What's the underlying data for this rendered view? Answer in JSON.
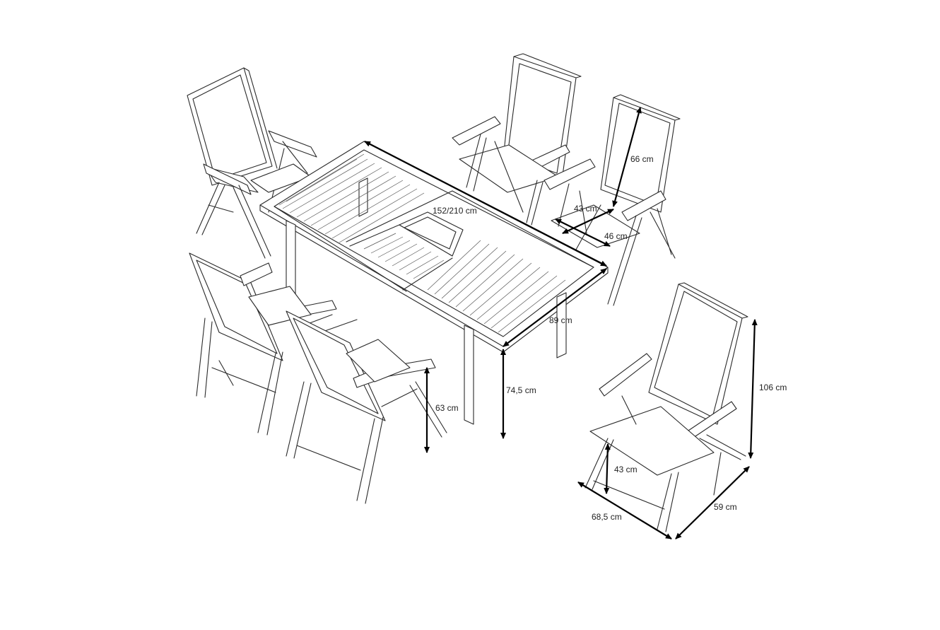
{
  "dimensions": {
    "table_length": "152/210 cm",
    "table_width": "89 cm",
    "table_height": "74,5 cm",
    "backrest_height": "66 cm",
    "seat_width": "43 cm",
    "seat_depth": "46 cm",
    "armrest_height": "63 cm",
    "chair_height": "106 cm",
    "seat_height": "43 cm",
    "chair_depth": "68,5 cm",
    "chair_width": "59 cm"
  }
}
